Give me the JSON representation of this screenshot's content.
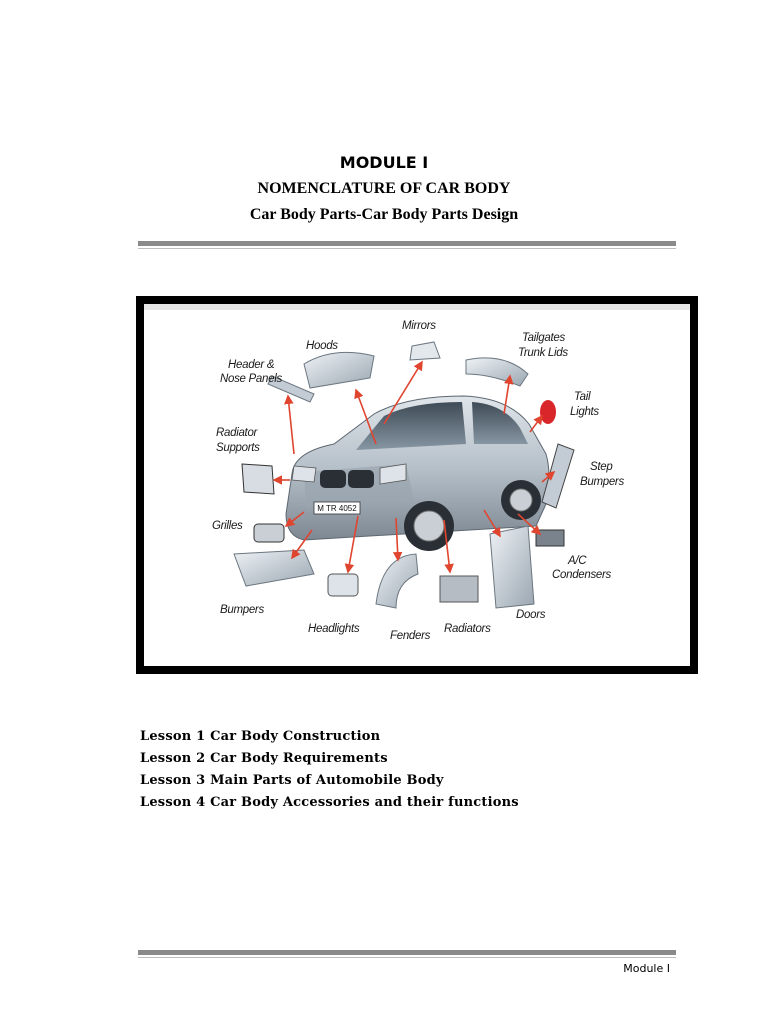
{
  "header": {
    "module": "MODULE I",
    "title": "NOMENCLATURE OF CAR BODY",
    "subtitle": "Car Body Parts-Car Body Parts Design"
  },
  "figure": {
    "labels": {
      "hoods": "Hoods",
      "mirrors": "Mirrors",
      "tailgates_1": "Tailgates",
      "tailgates_2": "Trunk Lids",
      "header_1": "Header &",
      "header_2": "Nose Panels",
      "tail_1": "Tail",
      "tail_2": "Lights",
      "radiator_supports_1": "Radiator",
      "radiator_supports_2": "Supports",
      "step_1": "Step",
      "step_2": "Bumpers",
      "grilles": "Grilles",
      "ac_1": "A/C",
      "ac_2": "Condensers",
      "bumpers": "Bumpers",
      "headlights": "Headlights",
      "fenders": "Fenders",
      "radiators": "Radiators",
      "doors": "Doors",
      "plate": "M TR 4052"
    }
  },
  "lessons": [
    "Lesson 1 Car Body Construction",
    "Lesson 2 Car Body Requirements",
    "Lesson 3 Main Parts of Automobile Body",
    "Lesson 4 Car Body Accessories and their functions"
  ],
  "footer": {
    "text": "Module I"
  },
  "colors": {
    "rule": "#8a8a8a",
    "arrow": "#e0452f",
    "car_body": "#b9c3cc"
  }
}
